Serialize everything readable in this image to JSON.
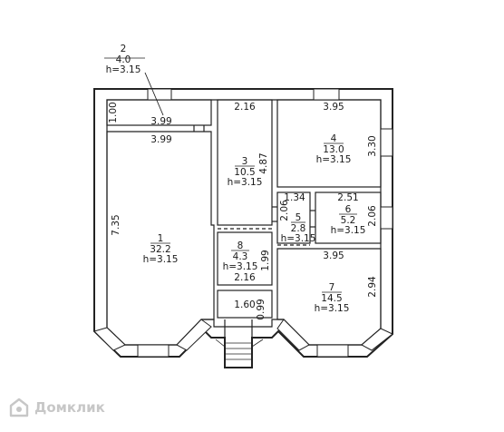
{
  "watermark": {
    "text": "Домклик",
    "icon": "domclick-logo-icon"
  },
  "callout": {
    "number": "2",
    "area": "4.0",
    "height": "h=3.15"
  },
  "rooms": [
    {
      "id": "room-1",
      "number": "1",
      "area": "32.2",
      "height": "h=3.15"
    },
    {
      "id": "room-3",
      "number": "3",
      "area": "10.5",
      "height": "h=3.15"
    },
    {
      "id": "room-4",
      "number": "4",
      "area": "13.0",
      "height": "h=3.15"
    },
    {
      "id": "room-5",
      "number": "5",
      "area": "2.8",
      "height": "h=3.15"
    },
    {
      "id": "room-6",
      "number": "6",
      "area": "5.2",
      "height": "h=3.15"
    },
    {
      "id": "room-7",
      "number": "7",
      "area": "14.5",
      "height": "h=3.15"
    },
    {
      "id": "room-8",
      "number": "8",
      "area": "4.3",
      "height": "h=3.15"
    }
  ],
  "dimensions": {
    "corridor_width": "3.99",
    "corridor_depth": "1.00",
    "room1_width": "3.99",
    "room1_depth": "7.35",
    "room3_width": "2.16",
    "room3_depth": "4.87",
    "room4_width": "3.95",
    "room4_depth": "3.30",
    "room5_width": "1.34",
    "room5_depth": "2.06",
    "room6_width": "2.51",
    "room6_depth": "2.06",
    "room7_width": "3.95",
    "room7_depth": "2.94",
    "room8_width": "2.16",
    "room8_depth": "1.99",
    "porch_width": "1.60",
    "porch_depth": "0.99"
  }
}
